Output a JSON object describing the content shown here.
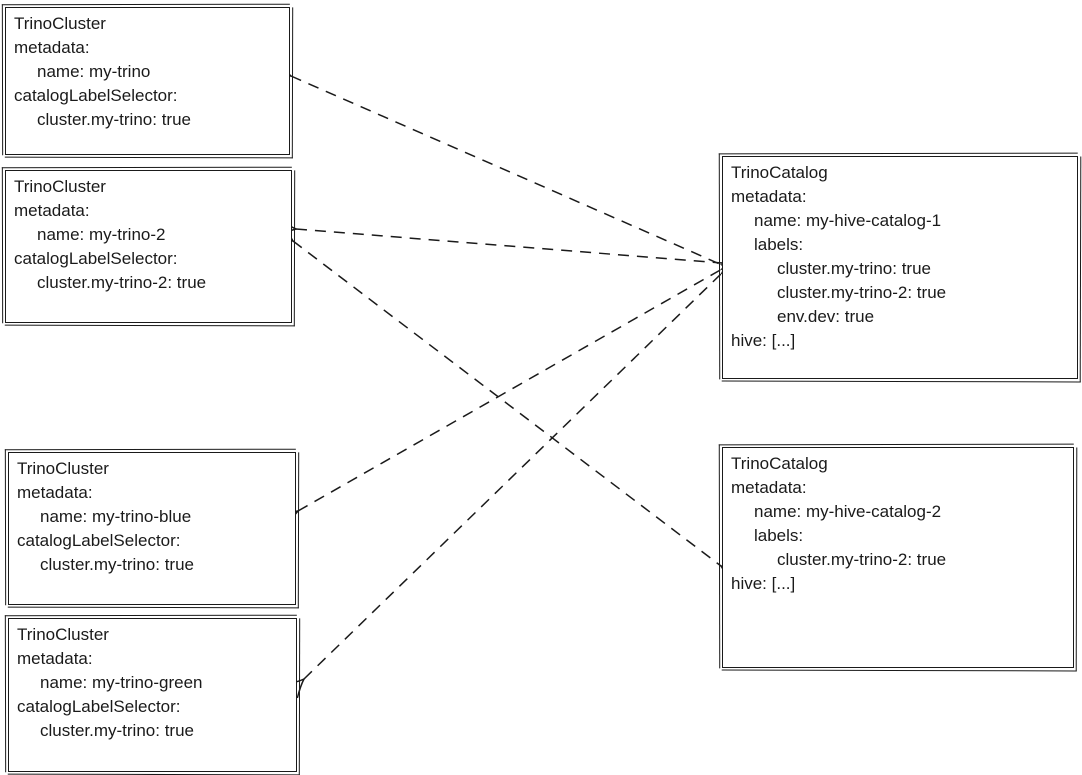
{
  "colors": {
    "ink": "#1a1a1a",
    "background": "#ffffff"
  },
  "boxes": [
    {
      "id": "trino-cluster-my-trino",
      "lines": [
        "TrinoCluster",
        "metadata:",
        "name: my-trino",
        "catalogLabelSelector:",
        "cluster.my-trino: true"
      ]
    },
    {
      "id": "trino-cluster-my-trino-2",
      "lines": [
        "TrinoCluster",
        "metadata:",
        "name: my-trino-2",
        "catalogLabelSelector:",
        "cluster.my-trino-2: true"
      ]
    },
    {
      "id": "trino-cluster-my-trino-blue",
      "lines": [
        "TrinoCluster",
        "metadata:",
        "name: my-trino-blue",
        "catalogLabelSelector:",
        "cluster.my-trino: true"
      ]
    },
    {
      "id": "trino-cluster-my-trino-green",
      "lines": [
        "TrinoCluster",
        "metadata:",
        "name: my-trino-green",
        "catalogLabelSelector:",
        "cluster.my-trino: true"
      ]
    },
    {
      "id": "trino-catalog-my-hive-catalog-1",
      "lines": [
        "TrinoCatalog",
        "metadata:",
        "name: my-hive-catalog-1",
        "labels:",
        "cluster.my-trino: true",
        "cluster.my-trino-2: true",
        "env.dev: true",
        "hive: [...]"
      ]
    },
    {
      "id": "trino-catalog-my-hive-catalog-2",
      "lines": [
        "TrinoCatalog",
        "metadata:",
        "name: my-hive-catalog-2",
        "labels:",
        "cluster.my-trino-2: true",
        "hive: [...]"
      ]
    }
  ],
  "connections": [
    {
      "from": "my-hive-catalog-1",
      "to": "my-trino",
      "style": "dashed",
      "bidirectional": true
    },
    {
      "from": "my-hive-catalog-1",
      "to": "my-trino-2",
      "style": "dashed",
      "bidirectional": true
    },
    {
      "from": "my-hive-catalog-1",
      "to": "my-trino-blue",
      "style": "dashed",
      "bidirectional": true
    },
    {
      "from": "my-hive-catalog-1",
      "to": "my-trino-green",
      "style": "dashed",
      "bidirectional": true
    },
    {
      "from": "my-hive-catalog-2",
      "to": "my-trino-2",
      "style": "dashed",
      "bidirectional": true
    }
  ]
}
